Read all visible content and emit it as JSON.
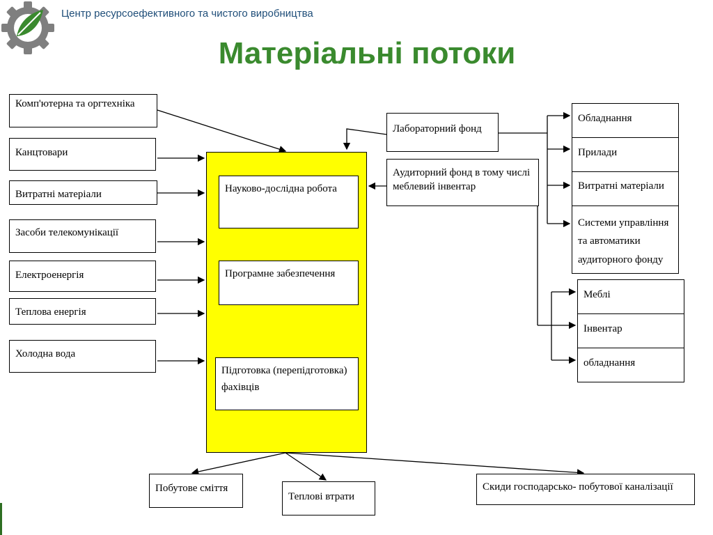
{
  "header": {
    "org": "Центр ресурсоефективного та чистого виробництва",
    "title": "Матеріальні потоки"
  },
  "logo": {
    "icon": "gear-leaf-logo",
    "gear_color": "#7f7f7f",
    "leaf_color": "#3a8a2e"
  },
  "inputs_left": [
    "Комп'ютерна та оргтехніка",
    "Канцтовари",
    "Витратні матеріали",
    "Засоби телекомунікації",
    "Електроенергія",
    "Теплова енергія",
    "Холодна вода"
  ],
  "center": {
    "color": "#ffff00",
    "items": [
      "Науково-дослідна робота",
      "Програмне забезпечення",
      "Підготовка (перепідготовка) фахівців"
    ]
  },
  "funds": {
    "lab": "Лабораторний фонд",
    "auditorium": "Аудиторний фонд в тому числі меблевий інвентар"
  },
  "lab_items": [
    "Обладнання",
    "Прилади",
    "Витратні матеріали",
    "Системи управління та автоматики аудиторного фонду"
  ],
  "auditorium_items": [
    "Меблі",
    "Інвентар",
    "обладнання"
  ],
  "outputs": [
    "Побутове сміття",
    "Теплові втрати",
    "Скиди господарсько- побутової каналізації"
  ]
}
